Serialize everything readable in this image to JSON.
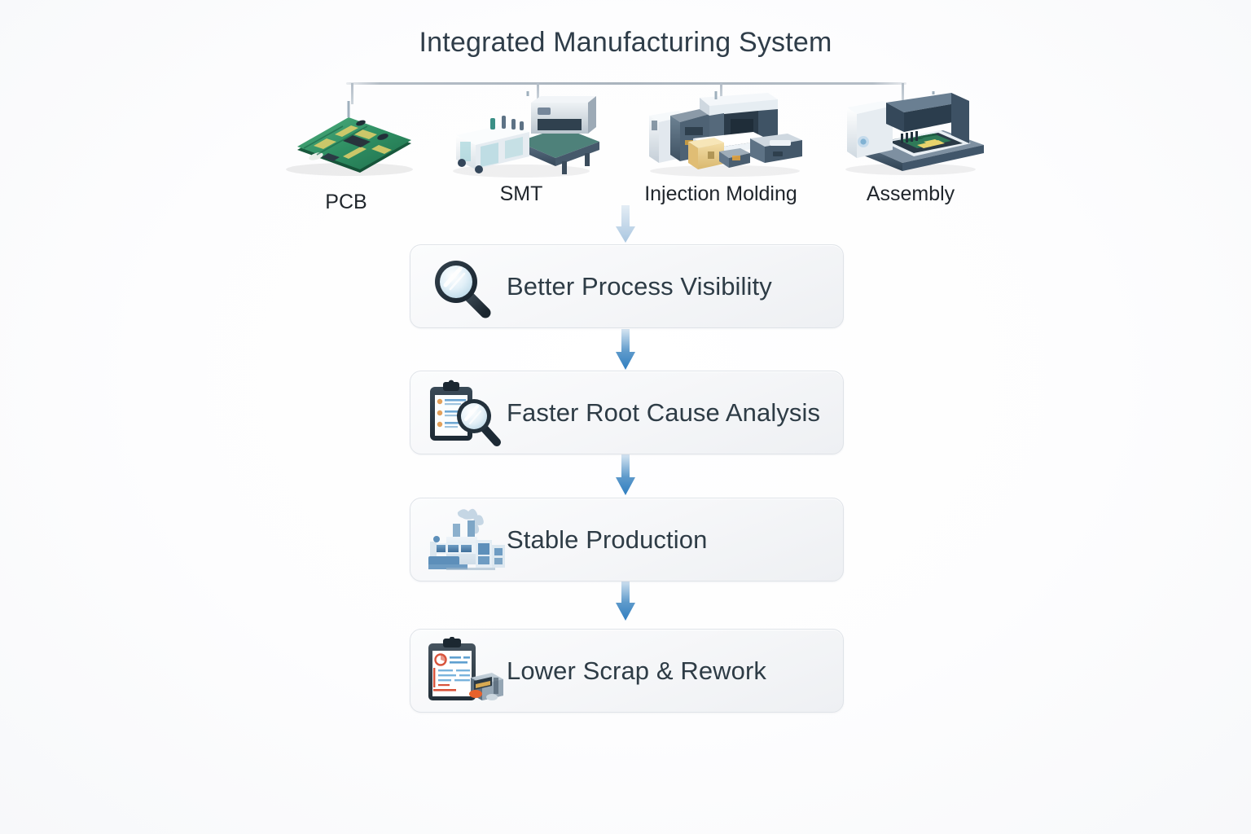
{
  "title": "Integrated Manufacturing System",
  "colors": {
    "title_text": "#2f3d49",
    "box_text": "#2e3c46",
    "caption_text": "#20262c",
    "bus_line": "#aab4be",
    "arrow_light": "#cfe0ef",
    "arrow_dark": "#2f7ec0",
    "box_border": "#dfe3e8",
    "pcb_green": "#2f8f63",
    "machine_blue": "#5f87ab",
    "accent_orange": "#e8622c"
  },
  "processes": [
    {
      "id": "pcb",
      "label": "PCB",
      "icon": "pcb-board-icon"
    },
    {
      "id": "smt",
      "label": "SMT",
      "icon": "smt-machine-icon"
    },
    {
      "id": "injection-molding",
      "label": "Injection Molding",
      "icon": "injection-molding-machine-icon"
    },
    {
      "id": "assembly",
      "label": "Assembly",
      "icon": "assembly-machine-icon"
    }
  ],
  "benefits": [
    {
      "id": "better-process-visibility",
      "label": "Better Process Visibility",
      "icon": "magnifier-icon"
    },
    {
      "id": "faster-root-cause-analysis",
      "label": "Faster Root Cause Analysis",
      "icon": "clipboard-magnifier-icon"
    },
    {
      "id": "stable-production",
      "label": "Stable Production",
      "icon": "factory-icon"
    },
    {
      "id": "lower-scrap-and-rework",
      "label": "Lower Scrap & Rework",
      "icon": "clipboard-machine-icon"
    }
  ],
  "connectors": [
    {
      "id": "bus-to-visibility",
      "style": "light",
      "direction": "down"
    },
    {
      "id": "visibility-to-root-cause",
      "style": "dark",
      "direction": "down"
    },
    {
      "id": "root-cause-to-stable",
      "style": "dark",
      "direction": "down"
    },
    {
      "id": "stable-to-lower-scrap",
      "style": "dark",
      "direction": "down"
    }
  ],
  "chart_data": {
    "type": "diagram",
    "title": "Integrated Manufacturing System",
    "layout": "top process bus with four inputs feeding a vertical outcome chain",
    "inputs": [
      "PCB",
      "SMT",
      "Injection Molding",
      "Assembly"
    ],
    "flow": [
      "Better Process Visibility",
      "Faster Root Cause Analysis",
      "Stable Production",
      "Lower Scrap & Rework"
    ]
  }
}
